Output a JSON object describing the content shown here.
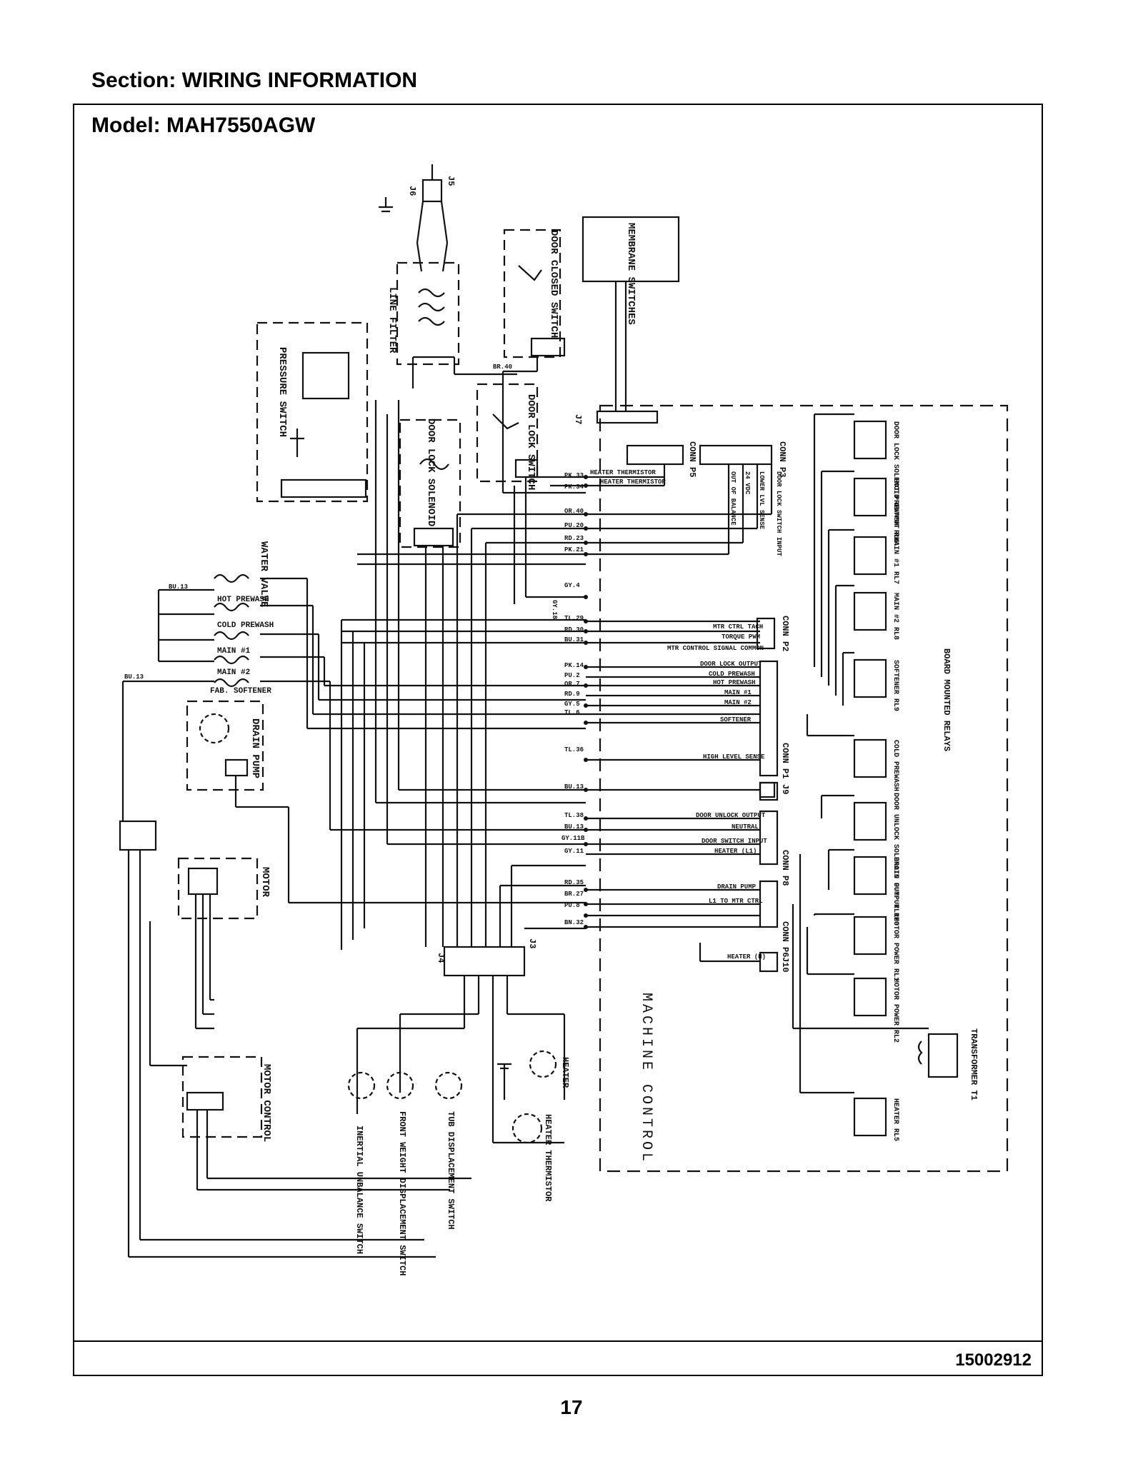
{
  "header": {
    "section": "Section:  WIRING INFORMATION"
  },
  "frame": {
    "model": "Model:  MAH7550AGW",
    "document_number": "15002912"
  },
  "page_number": "17",
  "diagram": {
    "components": {
      "line_filter": "LINE FILTER",
      "membrane_switches": "MEMBRANE SWITCHES",
      "door_closed_switch": "DOOR CLOSED SWITCH",
      "pressure_switch": "PRESSURE SWITCH",
      "door_lock_switch": "DOOR LOCK SWITCH",
      "door_lock_solenoid": "DOOR LOCK SOLENOID",
      "water_valve": "WATER VALVE",
      "drain_pump": "DRAIN PUMP",
      "motor": "MOTOR",
      "motor_control": "MOTOR CONTROL",
      "machine_control": "MACHINE CONTROL",
      "board_mounted_relays": "BOARD MOUNTED RELAYS",
      "inertial_unbalance": "INERTIAL UNBALANCE SWITCH",
      "front_weight": "FRONT WEIGHT DISPLACEMENT SWITCH",
      "tub_displacement": "TUB DISPLACEMENT SWITCH",
      "heater": "HEATER",
      "heater_thermistor": "HEATER THERMISTOR",
      "transformer": "TRANSFORMER T1"
    },
    "valves": [
      "HOT PREWASH",
      "COLD PREWASH",
      "MAIN #1",
      "MAIN #2",
      "FAB. SOFTENER"
    ],
    "relays": [
      "DOOR LOCK SOLENOID OUTPUT RL4",
      "HOT PREWASH RL6",
      "MAIN #1 RL7",
      "MAIN #2 RL8",
      "SOFTENER RL9",
      "COLD PREWASH",
      "DOOR UNLOCK SOLENOID OUTPUT RL3",
      "DRAIN PUMP RL12",
      "MOTOR POWER RL1",
      "MOTOR POWER RL2",
      "HEATER RL5"
    ],
    "connectors": [
      "J5",
      "J6",
      "J7",
      "J3",
      "J4",
      "J9",
      "J10",
      "CONN P3",
      "CONN P5",
      "CONN P2",
      "CONN P1",
      "CONN P8",
      "CONN P6"
    ],
    "signals": [
      "HEATER THERMISTOR",
      "HEATER THERMISTOR",
      "DOOR LOCK SWITCH INPUT",
      "LOWER LVL SENSE",
      "24 VDC",
      "OUT OF BALANCE",
      "MTR CTRL TACH",
      "TORQUE PWM",
      "MTR CONTROL SIGNAL COMMON",
      "DOOR LOCK OUTPUT",
      "COLD PREWASH",
      "HOT PREWASH",
      "MAIN #1",
      "MAIN #2",
      "SOFTENER",
      "HIGH LEVEL SENSE",
      "DOOR UNLOCK OUTPUT",
      "NEUTRAL",
      "DOOR SWITCH INPUT",
      "HEATER (L1)",
      "DRAIN PUMP",
      "L1 TO MTR CTRL",
      "HEATER (N)"
    ],
    "wires": [
      "PK.33",
      "PK.34",
      "OR.40",
      "PU.20",
      "RD.23",
      "PK.21",
      "GY.4",
      "GY.18",
      "TL.29",
      "RD.30",
      "BU.31",
      "PK.14",
      "PU.2",
      "OR.7",
      "RD.9",
      "GY.5",
      "TL.6",
      "TL.36",
      "BU.13",
      "TL.38",
      "BU.13",
      "GY.11B",
      "GY.11",
      "RD.35",
      "BR.27",
      "PU.8",
      "BN.32",
      "BR.40",
      "BU.13",
      "BU.13"
    ]
  }
}
